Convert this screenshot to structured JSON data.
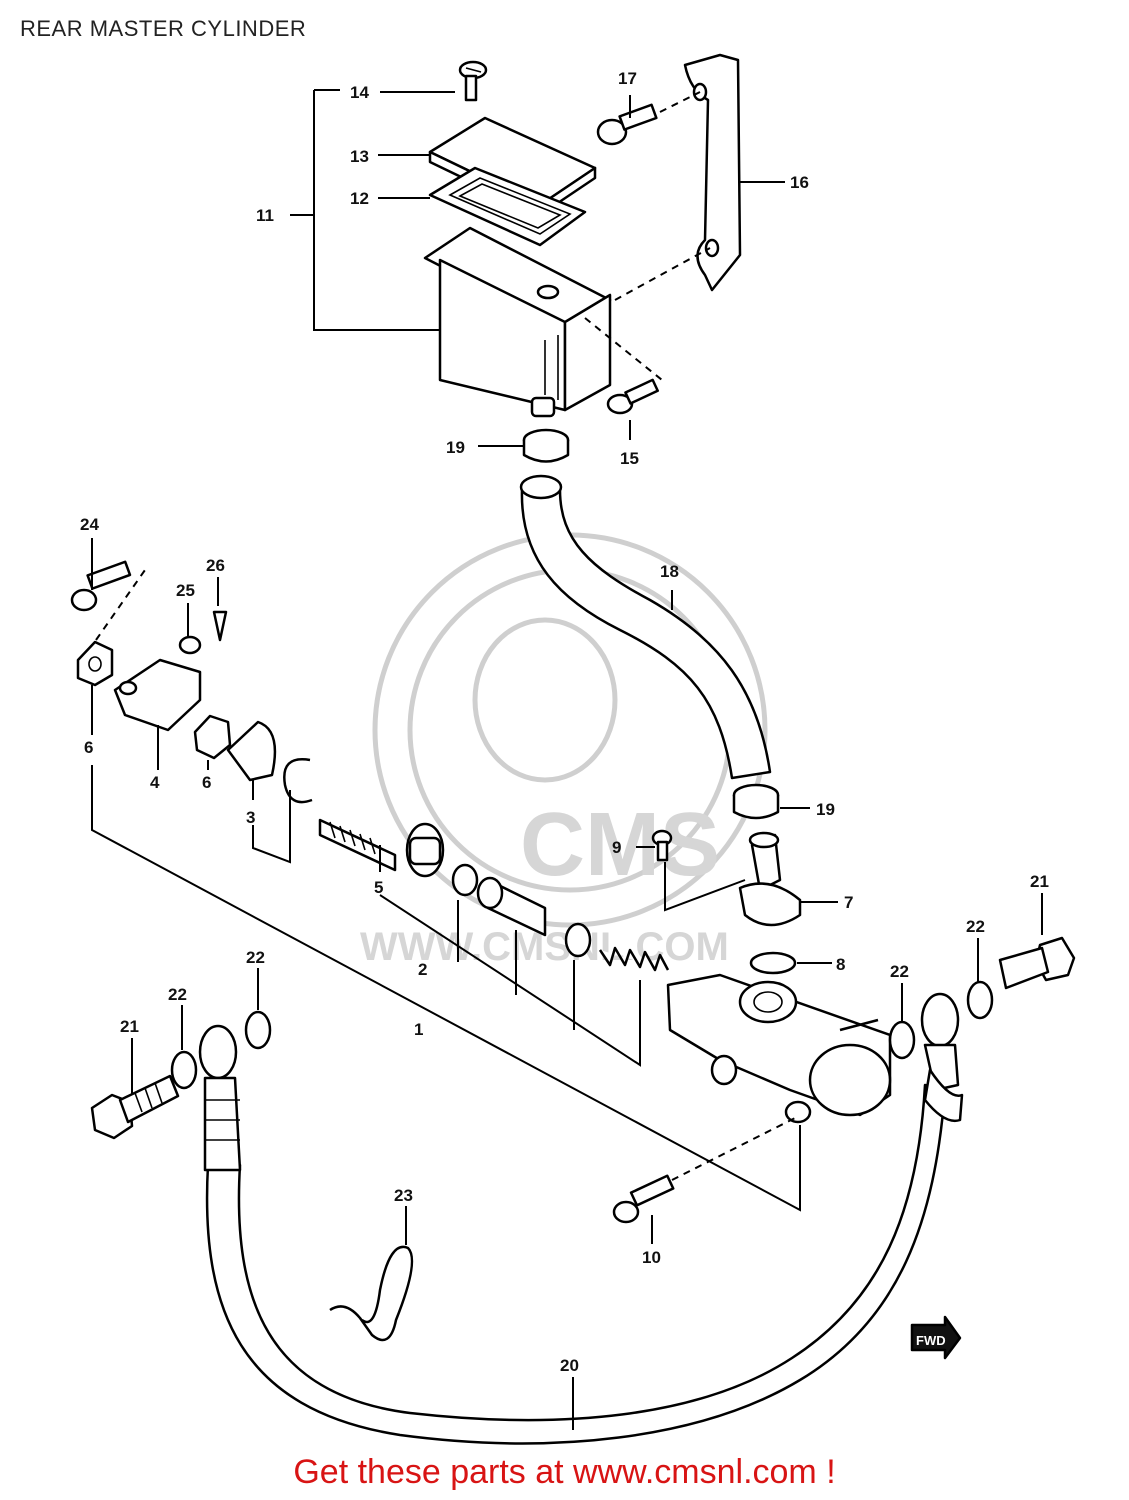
{
  "title": "REAR MASTER CYLINDER",
  "footer": "Get these parts at www.cmsnl.com !",
  "watermark": {
    "brand": "CMS",
    "url": "WWW.CMSNL.COM"
  },
  "direction_badge": "FWD",
  "callouts": [
    "1",
    "2",
    "3",
    "4",
    "5",
    "6",
    "6",
    "7",
    "8",
    "9",
    "10",
    "11",
    "12",
    "13",
    "14",
    "15",
    "16",
    "17",
    "18",
    "19",
    "19",
    "20",
    "21",
    "21",
    "22",
    "22",
    "22",
    "22",
    "23",
    "24",
    "25",
    "26"
  ],
  "colors": {
    "footer": "#d81414",
    "lines": "#000000",
    "watermark": "#cfcfcf"
  }
}
